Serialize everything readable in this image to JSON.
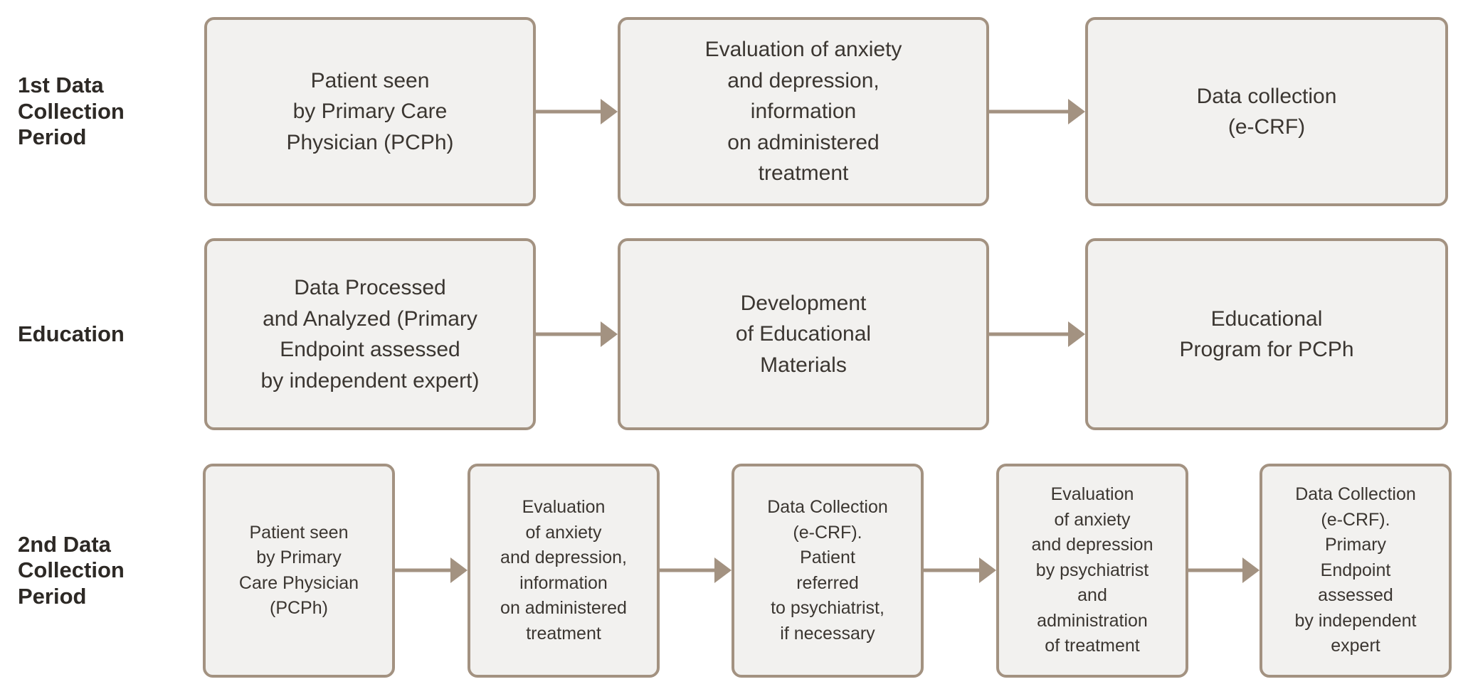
{
  "colors": {
    "background": "#ffffff",
    "box_fill": "#f2f1ef",
    "box_border": "#a39281",
    "arrow": "#a39281",
    "label_text": "#2d2925",
    "box_text": "#3b3631"
  },
  "rows": [
    {
      "label": "1st Data\nCollection\nPeriod",
      "boxes": [
        "Patient seen\nby Primary Care\nPhysician (PCPh)",
        "Evaluation of anxiety\nand depression,\ninformation\non administered\ntreatment",
        "Data collection\n(e-CRF)"
      ]
    },
    {
      "label": "Education",
      "boxes": [
        "Data Processed\nand Analyzed (Primary\nEndpoint assessed\nby independent expert)",
        "Development\nof Educational\nMaterials",
        "Educational\nProgram for PCPh"
      ]
    },
    {
      "label": "2nd Data\nCollection\nPeriod",
      "boxes": [
        "Patient seen\nby Primary\nCare Physician\n(PCPh)",
        "Evaluation\nof anxiety\nand depression,\ninformation\non administered\ntreatment",
        "Data Collection\n(e-CRF).\nPatient\nreferred\nto psychiatrist,\nif necessary",
        "Evaluation\nof anxiety\nand depression\nby psychiatrist\nand\nadministration\nof treatment",
        "Data Collection\n(e-CRF).\nPrimary\nEndpoint\nassessed\nby independent\nexpert"
      ]
    }
  ]
}
